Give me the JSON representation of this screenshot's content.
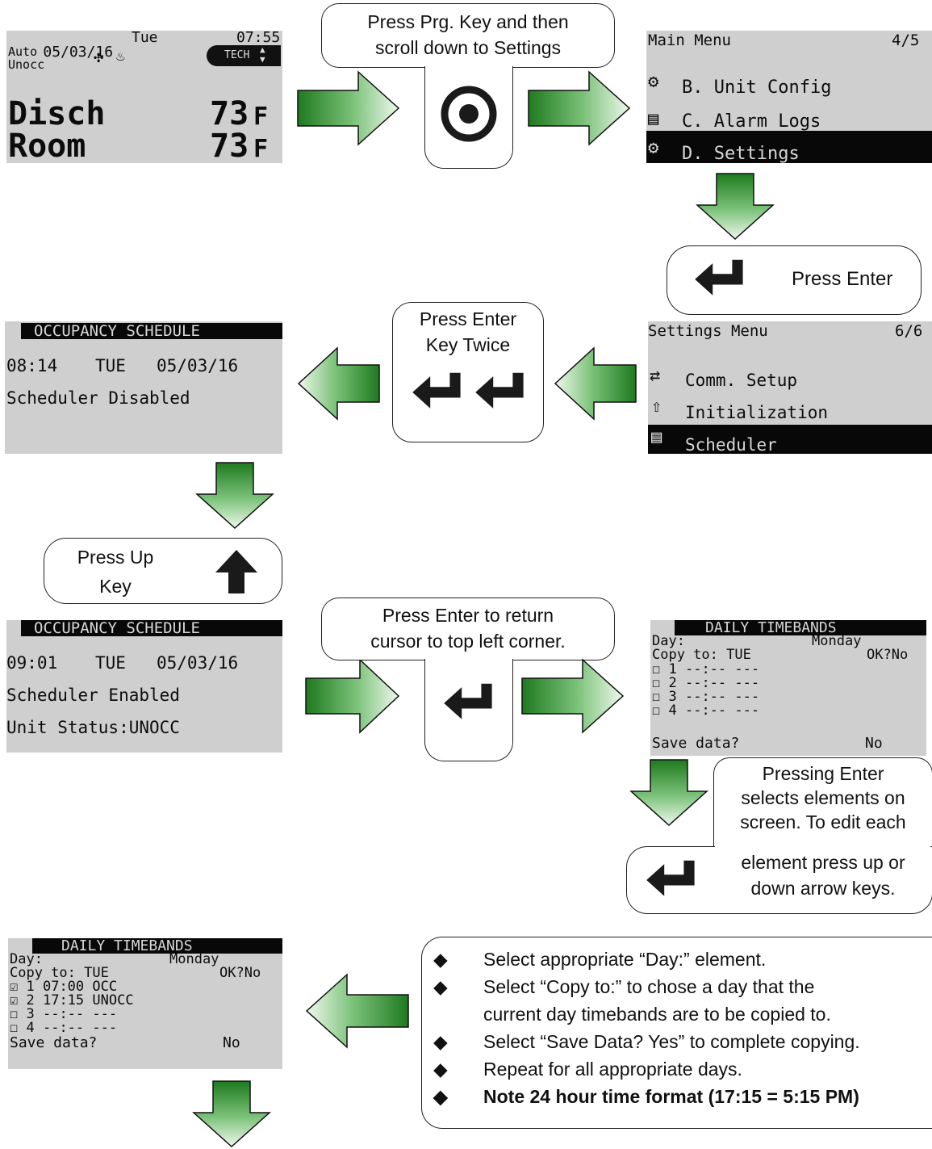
{
  "screen_home": {
    "date": "05/03/16",
    "day": "Tue",
    "time": "07:55",
    "mode1": "Auto",
    "mode2": "Unocc",
    "tech_label": "TECH",
    "disch_label": "Disch",
    "disch_value": "73",
    "room_label": "Room",
    "room_value": "73",
    "unit": "F"
  },
  "callout_prg": {
    "line1": "Press Prg. Key and then",
    "line2": "scroll down to Settings"
  },
  "screen_main_menu": {
    "title": "Main Menu",
    "page": "4/5",
    "items": [
      "B. Unit Config",
      "C. Alarm Logs",
      "D. Settings"
    ]
  },
  "callout_enter": {
    "label": "Press Enter"
  },
  "screen_settings_menu": {
    "title": "Settings Menu",
    "page": "6/6",
    "items": [
      "Comm. Setup",
      "Initialization",
      "Scheduler"
    ]
  },
  "callout_enter_twice": {
    "line1": "Press Enter",
    "line2": "Key Twice"
  },
  "screen_occ1": {
    "title": "OCCUPANCY SCHEDULE",
    "time": "08:14",
    "day": "TUE",
    "date": "05/03/16",
    "status": "Scheduler Disabled"
  },
  "callout_up": {
    "line1": "Press Up",
    "line2": "Key"
  },
  "screen_occ2": {
    "title": "OCCUPANCY SCHEDULE",
    "time": "09:01",
    "day": "TUE",
    "date": "05/03/16",
    "status": "Scheduler Enabled",
    "unit_status": "Unit Status:UNOCC"
  },
  "callout_return": {
    "line1": "Press Enter to return",
    "line2": "cursor to top left corner."
  },
  "screen_timebands1": {
    "title": "DAILY TIMEBANDS",
    "day_label": "Day:",
    "day_value": "Monday",
    "copy_label": "Copy to: TUE",
    "copy_ok": "OK?No",
    "bands": [
      "1 --:-- ---",
      "2 --:-- ---",
      "3 --:-- ---",
      "4 --:-- ---"
    ],
    "save_label": "Save data?",
    "save_value": "No"
  },
  "callout_select": {
    "lines": [
      "Pressing Enter",
      "selects elements on",
      "screen. To edit each",
      "element press up or",
      "down arrow keys."
    ]
  },
  "screen_timebands2": {
    "title": "DAILY TIMEBANDS",
    "day_label": "Day:",
    "day_value": "Monday",
    "copy_label": "Copy to: TUE",
    "copy_ok": "OK?No",
    "bands": [
      "1 07:00 OCC",
      "2 17:15 UNOCC",
      "3 --:-- ---",
      "4 --:-- ---"
    ],
    "save_label": "Save data?",
    "save_value": "No"
  },
  "notes": {
    "items": [
      "Select appropriate “Day:” element.",
      "Select “Copy to:” to chose a day that the",
      "current day timebands are to be copied to.",
      "Select “Save Data? Yes” to complete copying.",
      "Repeat for all appropriate days."
    ],
    "bold_note": "Note 24 hour time format (17:15 = 5:15 PM)"
  },
  "colors": {
    "lcd_bg": "#cfcfcf",
    "arrow_dark": "#1f7a1f",
    "arrow_light": "#e8f6e4",
    "arrow_stroke": "#111111"
  }
}
